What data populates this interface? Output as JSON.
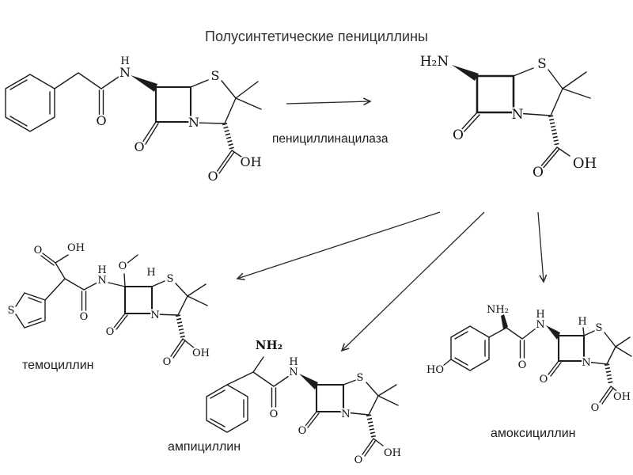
{
  "title": "Полусинтетические пенициллины",
  "reaction": {
    "enzyme_label": "пенициллинацилаза"
  },
  "compounds": {
    "temocillin": "темоциллин",
    "ampicillin": "ампициллин",
    "amoxicillin": "амоксициллин"
  },
  "atoms": {
    "N": "N",
    "H": "H",
    "S": "S",
    "O": "O",
    "OH": "OH",
    "HO": "HO",
    "H2N": "H₂N",
    "NH2": "NH₂"
  },
  "colors": {
    "ink": "#1c1c1c",
    "background": "#ffffff"
  }
}
